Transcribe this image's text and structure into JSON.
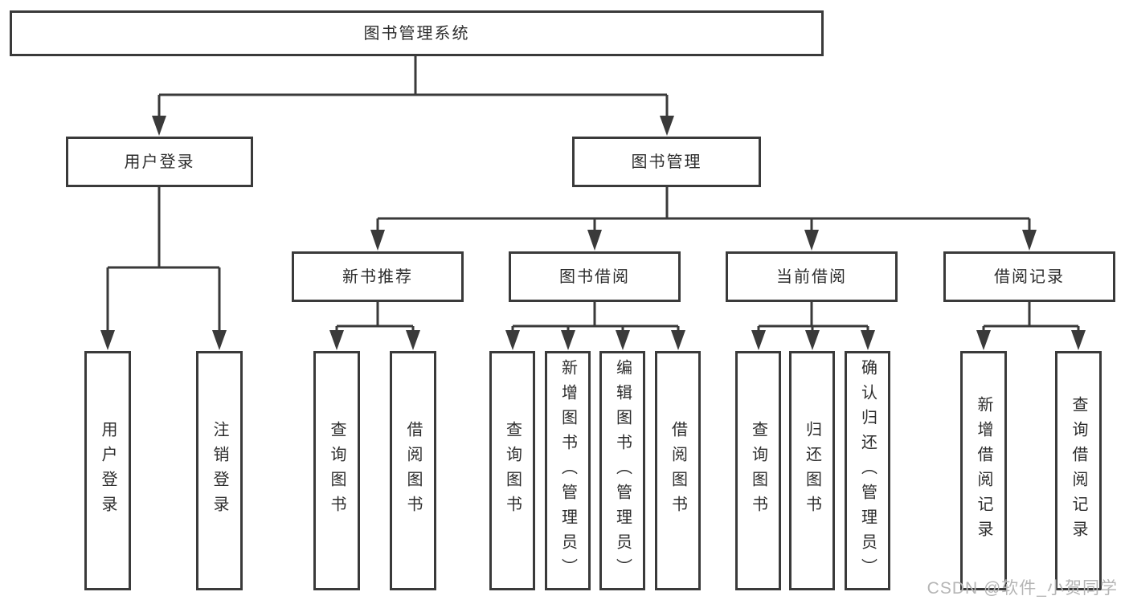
{
  "tree": {
    "root": {
      "label": "图书管理系统",
      "children": [
        {
          "label": "用户登录",
          "children": [
            {
              "label": "用户登录"
            },
            {
              "label": "注销登录"
            }
          ]
        },
        {
          "label": "图书管理",
          "children": [
            {
              "label": "新书推荐",
              "children": [
                {
                  "label": "查询图书"
                },
                {
                  "label": "借阅图书"
                }
              ]
            },
            {
              "label": "图书借阅",
              "children": [
                {
                  "label": "查询图书"
                },
                {
                  "label": "新增图书（管理员）"
                },
                {
                  "label": "编辑图书（管理员）"
                },
                {
                  "label": "借阅图书"
                }
              ]
            },
            {
              "label": "当前借阅",
              "children": [
                {
                  "label": "查询图书"
                },
                {
                  "label": "归还图书"
                },
                {
                  "label": "确认归还（管理员）"
                }
              ]
            },
            {
              "label": "借阅记录",
              "children": [
                {
                  "label": "新增借阅记录"
                },
                {
                  "label": "查询借阅记录"
                }
              ]
            }
          ]
        }
      ]
    }
  },
  "watermark": {
    "text": "CSDN @软件_小贺同学"
  },
  "colors": {
    "line": "#3a3a3a",
    "text": "#2d2d2d",
    "watermark": "#b5b5b5",
    "background": "#ffffff"
  }
}
